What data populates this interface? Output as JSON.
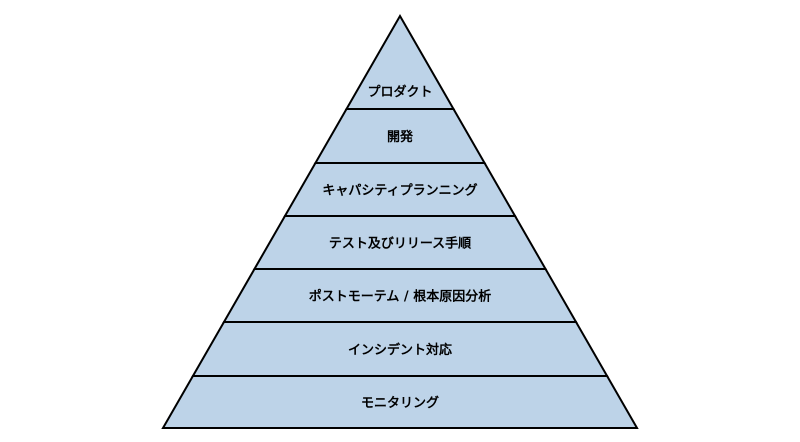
{
  "diagram": {
    "type": "pyramid",
    "fill_color": "#bdd3e8",
    "stroke_color": "#000000",
    "tiers_top_to_bottom": [
      "プロダクト",
      "開発",
      "キャパシティプランニング",
      "テスト及びリリース手順",
      "ポストモーテム / 根本原因分析",
      "インシデント対応",
      "モニタリング"
    ]
  }
}
